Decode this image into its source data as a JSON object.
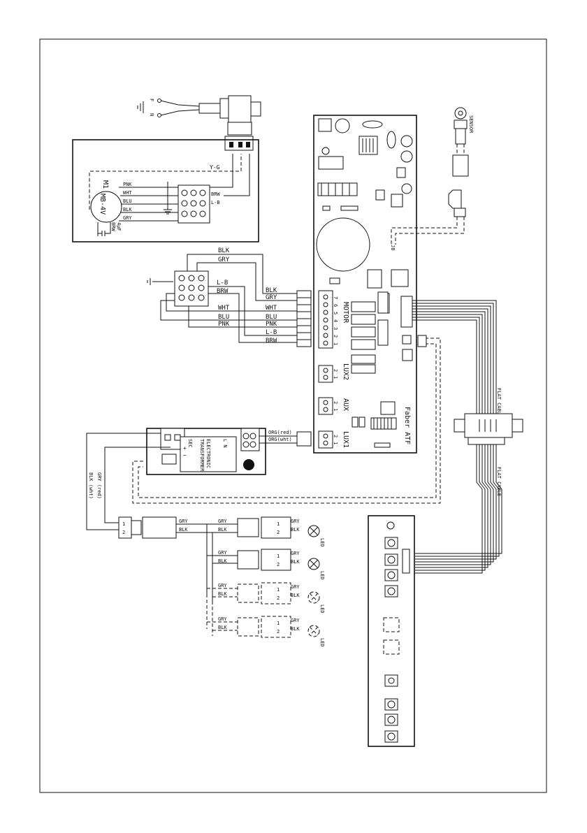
{
  "supply": {
    "earth_symbol": "earth-symbol",
    "phase_label": "F",
    "neutral_label": "N"
  },
  "motor": {
    "ref": "M1",
    "model": "MB-4V",
    "cap_colour": "BRW",
    "cap_label": "4μF"
  },
  "motor_wires": {
    "left": [
      "PNK",
      "WHT",
      "BLU",
      "BLK",
      "GRY"
    ],
    "right": [
      "BRW",
      "L-B"
    ],
    "earth_wire": "Y-G"
  },
  "harness": {
    "top": [
      "BLK",
      "GRY"
    ],
    "mid": [
      "L-B",
      "BRW"
    ],
    "bottom": [
      "WHT",
      "BLU",
      "PNK"
    ],
    "board_side": [
      "BLK",
      "GRY",
      "WHT",
      "BLU",
      "PNK",
      "L-B",
      "BRW"
    ]
  },
  "board": {
    "name": "Faber ATF",
    "motor_label": "MOTOR",
    "lux2_label": "LUX2",
    "aux_label": "AUX",
    "lux1_label": "LUX1",
    "motor_pins": [
      "7",
      "6",
      "5",
      "4",
      "3",
      "2",
      "1"
    ],
    "pin_pair": [
      "2",
      "1"
    ],
    "jumper_label": "JB"
  },
  "transformer": {
    "line1": "ELECTRONIC",
    "line2": "TRANSFORMER",
    "line3": "SEC",
    "line4": "L N",
    "plus": "+",
    "minus": "−",
    "out_red": "ORG(red)",
    "out_wht": "ORG(wht)",
    "sec_red": "GRY (red)",
    "sec_wht": "BLK (wht)"
  },
  "lamps": {
    "wire_a": "GRY",
    "wire_b": "BLK",
    "pins": [
      "1",
      "2"
    ],
    "lamp_label": "LED"
  },
  "flat_cable": {
    "label_top": "FLAT CABLE",
    "label_bottom": "FLAT CABLE"
  },
  "sensor": {
    "label": "SENSOR"
  }
}
